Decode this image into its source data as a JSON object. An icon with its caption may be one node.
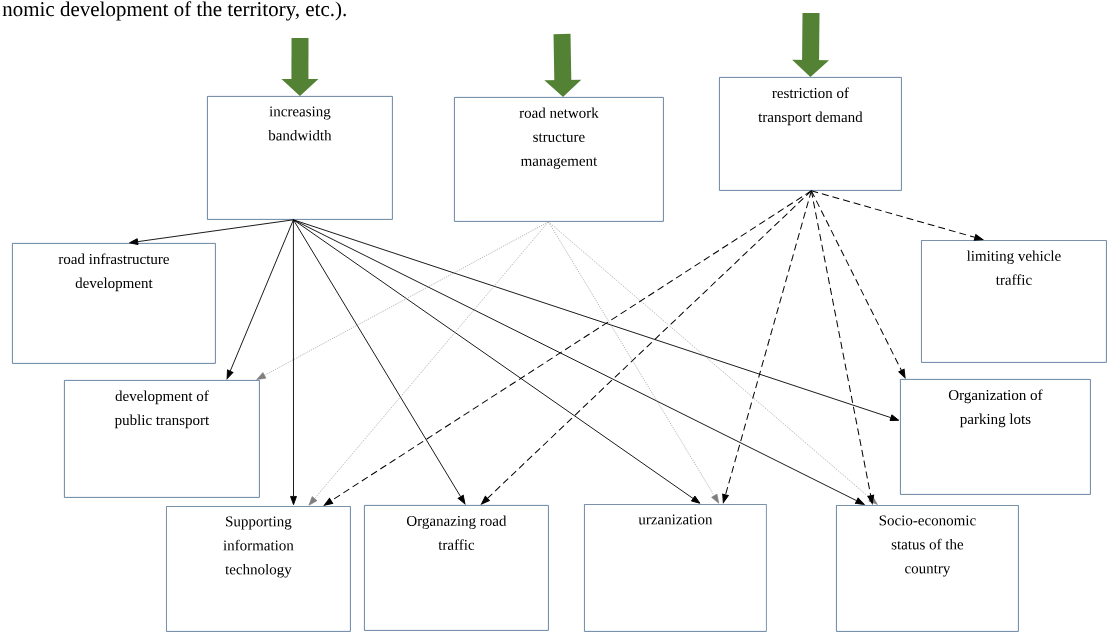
{
  "diagram": {
    "nodes": [
      {
        "text": [
          "increasing bandwidth"
        ]
      },
      {
        "text": [
          "road network structure management"
        ]
      },
      {
        "text": [
          "restriction of transport demand"
        ]
      },
      {
        "text": [
          "road infrastructure development"
        ]
      },
      {
        "text": [
          "limiting vehicle traffic"
        ]
      },
      {
        "text": [
          "development of public transport"
        ]
      },
      {
        "text": [
          "Organization of parking lots"
        ]
      },
      {
        "text": [
          "Supporting information technology"
        ]
      },
      {
        "text": [
          "Organazing road traffic"
        ]
      },
      {
        "text": [
          "urzanization"
        ]
      },
      {
        "text": [
          "Socio-economic status of the country"
        ]
      }
    ],
    "edges": [
      {
        "from": null,
        "to": 0,
        "arrow": "to",
        "style": "thick",
        "color": "#548235"
      },
      {
        "from": null,
        "to": 1,
        "arrow": "to",
        "style": "thick",
        "color": "#548235"
      },
      {
        "from": null,
        "to": 2,
        "arrow": "to",
        "style": "thick",
        "color": "#548235"
      },
      {
        "from": 0,
        "to": 3,
        "arrow": "to"
      },
      {
        "from": 0,
        "to": 5,
        "arrow": "to"
      },
      {
        "from": 0,
        "to": 7,
        "arrow": "to"
      },
      {
        "from": 0,
        "to": 8,
        "arrow": "to"
      },
      {
        "from": 0,
        "to": 9,
        "arrow": "to"
      },
      {
        "from": 0,
        "to": 10,
        "arrow": "to"
      },
      {
        "from": 0,
        "to": 6,
        "arrow": "to"
      },
      {
        "from": 1,
        "to": 5,
        "arrow": "to",
        "style": "dashed",
        "color": "#7f7f7f"
      },
      {
        "from": 1,
        "to": 7,
        "arrow": "to",
        "style": "dashed",
        "color": "#7f7f7f"
      },
      {
        "from": 1,
        "to": 9,
        "arrow": "to",
        "style": "dashed",
        "color": "#7f7f7f"
      },
      {
        "from": 1,
        "to": 10,
        "arrow": "to",
        "style": "dashed",
        "color": "#7f7f7f"
      },
      {
        "from": 2,
        "to": 7,
        "arrow": "to",
        "style": "dashed"
      },
      {
        "from": 2,
        "to": 8,
        "arrow": "to",
        "style": "dashed"
      },
      {
        "from": 2,
        "to": 9,
        "arrow": "to",
        "style": "dashed"
      },
      {
        "from": 2,
        "to": 10,
        "arrow": "to",
        "style": "dashed"
      },
      {
        "from": 2,
        "to": 6,
        "arrow": "to",
        "style": "dashed"
      },
      {
        "from": 2,
        "to": 4,
        "arrow": "to",
        "style": "dashed"
      }
    ],
    "labels": [
      "nomic development of the territory, etc.)."
    ]
  }
}
